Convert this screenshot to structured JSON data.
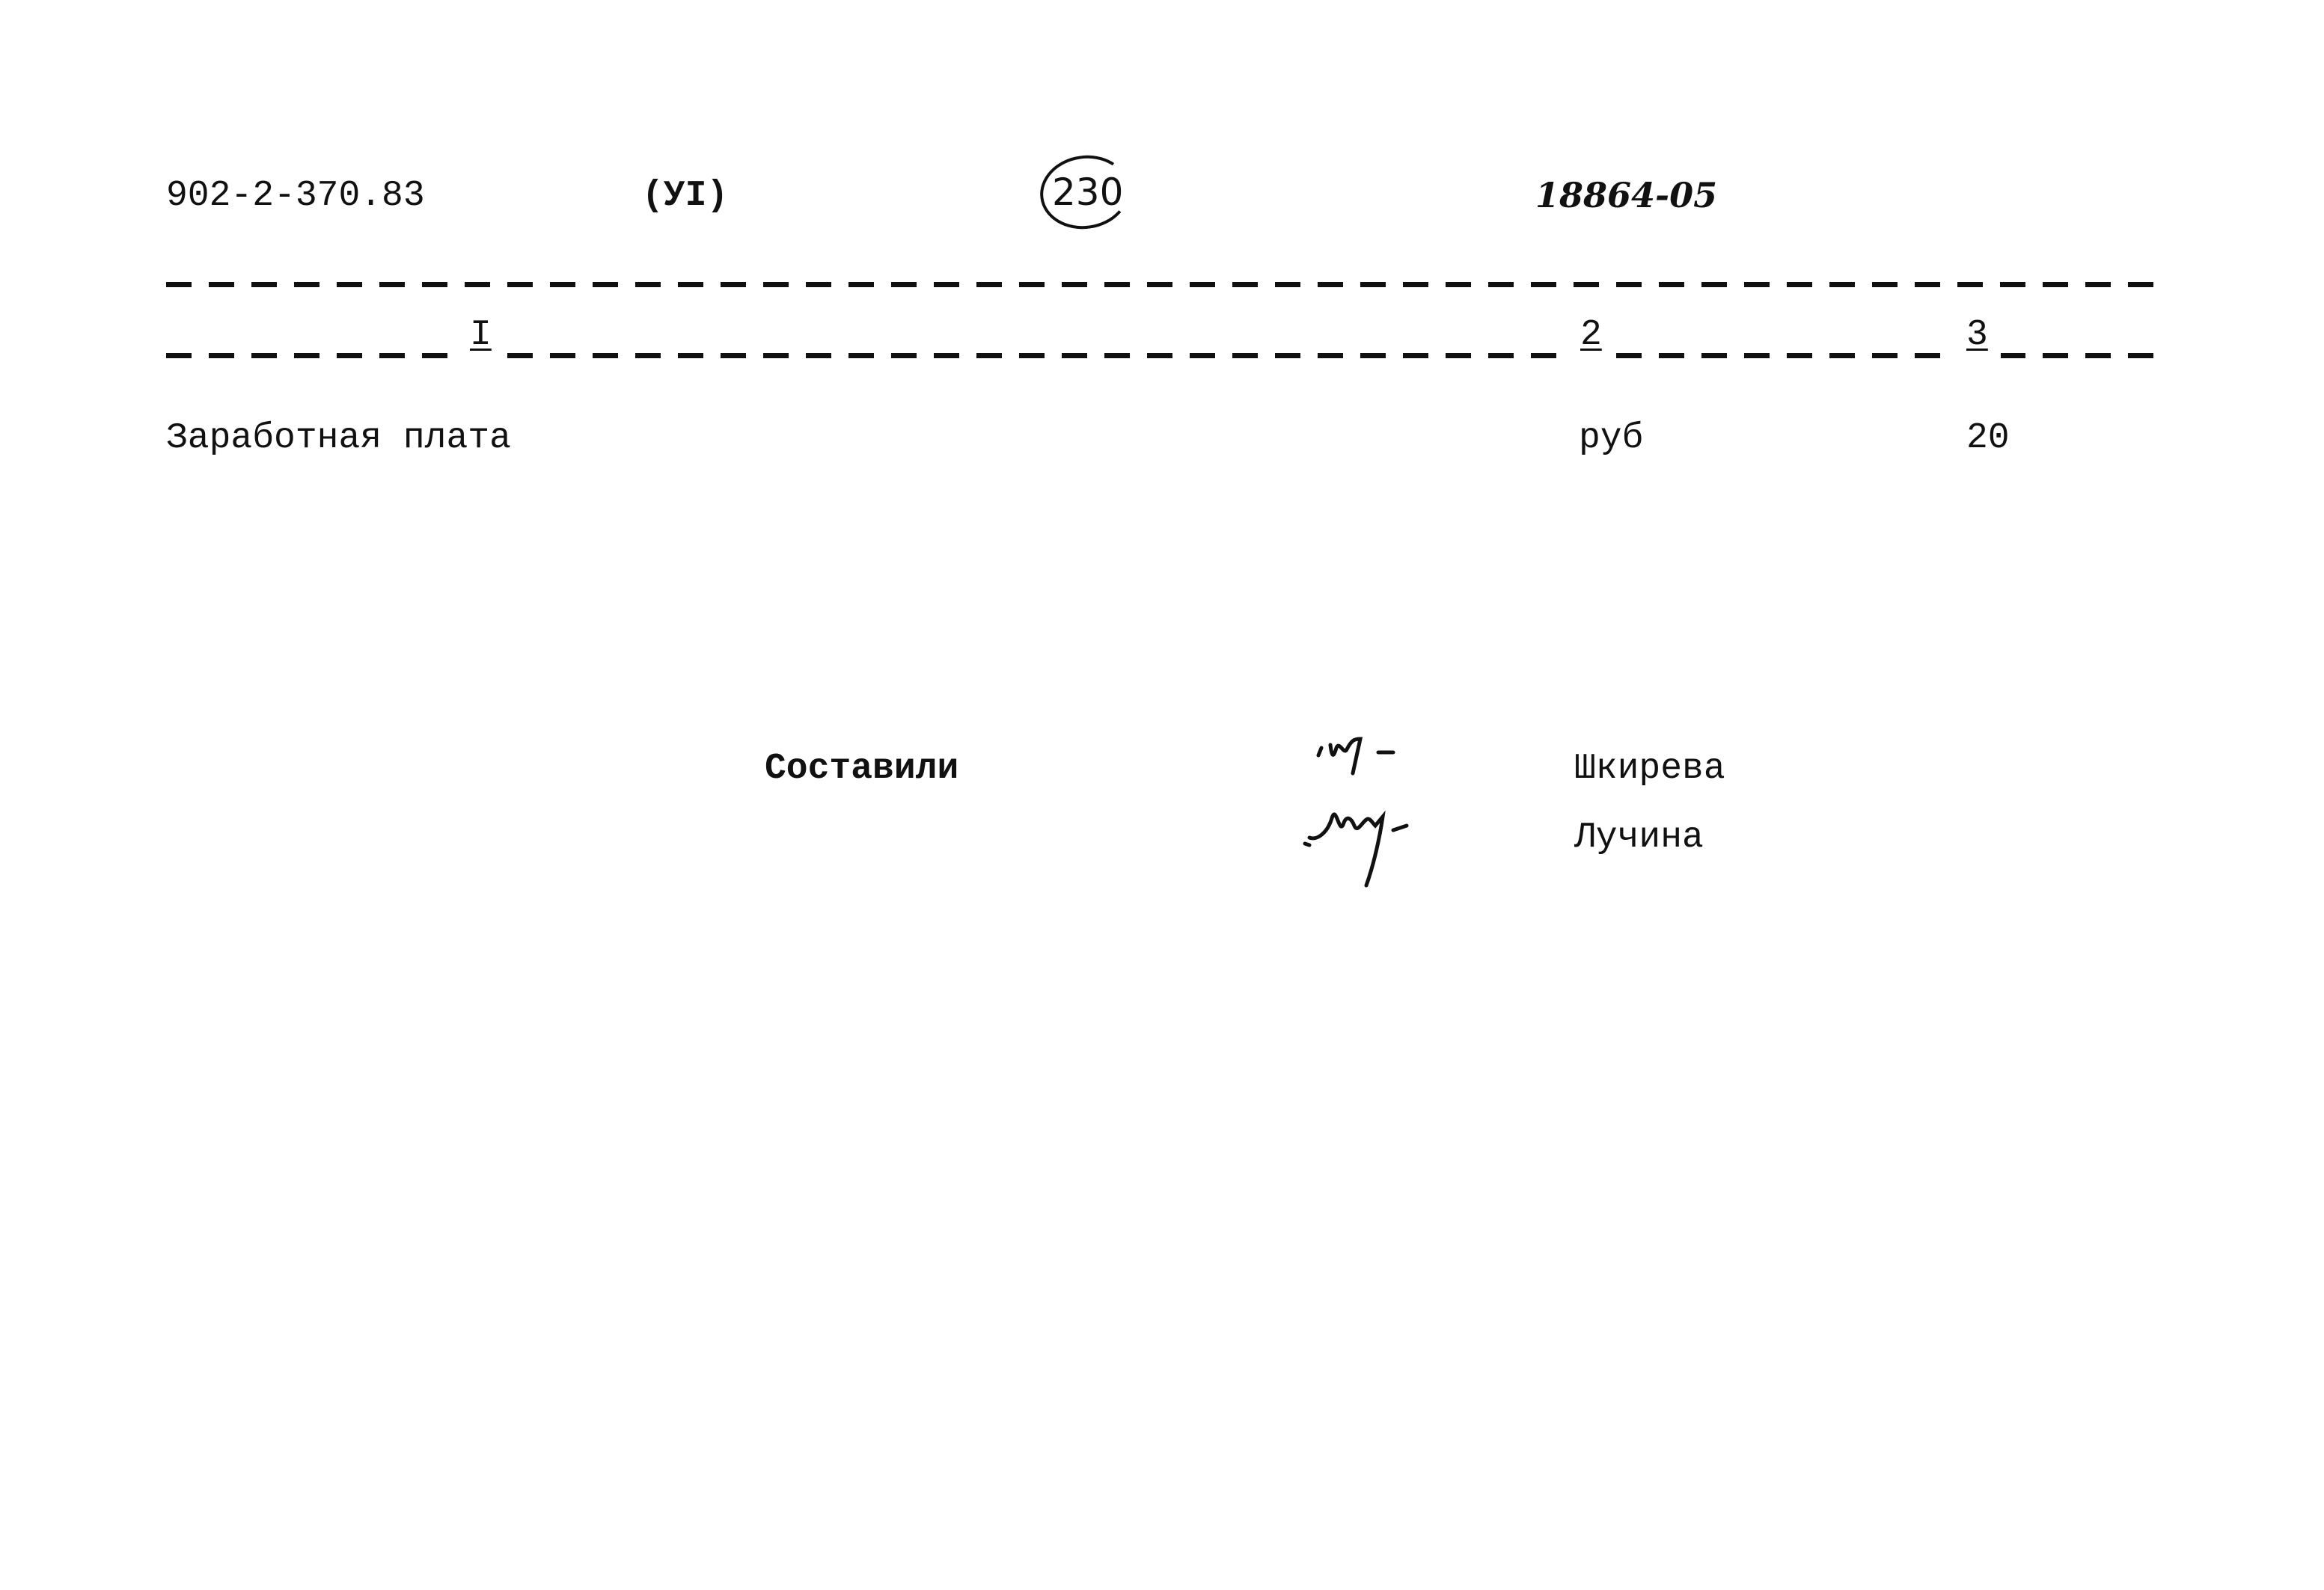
{
  "header": {
    "doc_code": "902-2-370.83",
    "section": "(УI)",
    "page_number": "230",
    "archive_number": "18864-05"
  },
  "table": {
    "column_numbers": [
      "I",
      "2",
      "3"
    ],
    "rows": [
      {
        "name": "Заработная плата",
        "unit": "руб",
        "value": "20"
      }
    ]
  },
  "signatures": {
    "label": "Составили",
    "names": [
      "Шкирева",
      "Лучина"
    ]
  }
}
